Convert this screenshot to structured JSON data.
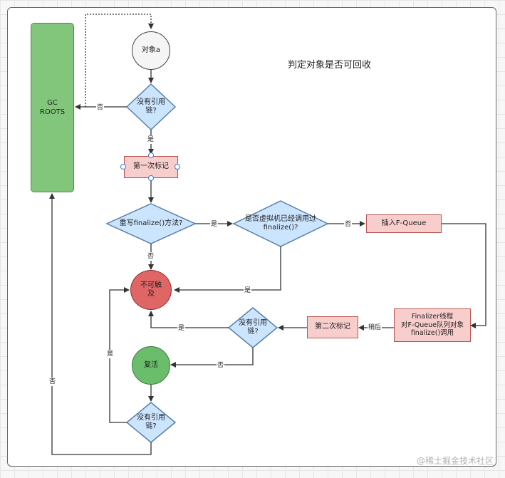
{
  "title": "判定对象是否可回收",
  "nodes": {
    "object_a": "对象a",
    "gc_roots": "GC\nROOTS",
    "has_ref_chain_1": "没有引用\n链?",
    "first_mark": "第一次标记",
    "override_finalize": "重写finalize()方法?",
    "vm_called_finalize": "是否虚拟机已经调用过\nfinalize()?",
    "insert_fqueue": "插入F-Queue",
    "unreachable": "不可触\n及",
    "finalizer_thread": "Finalizer线程\n对F-Queue队列对象\nfinalize()调用",
    "second_mark": "第二次标记",
    "has_ref_chain_2": "没有引用\n链?",
    "revive": "复活",
    "has_ref_chain_3": "没有引用\n链?"
  },
  "edges": {
    "chain1_no": "否",
    "chain1_yes": "是",
    "override_yes": "是",
    "override_no": "否",
    "vm_no": "否",
    "vm_yes": "是",
    "later": "稍后",
    "chain2_yes": "是",
    "chain2_no": "否",
    "chain3_yes": "是",
    "chain3_no": "否"
  },
  "watermark": "@稀土掘金技术社区",
  "colors": {
    "gc_roots": "#82c67c",
    "decision": "#cce5ff",
    "mark_rect": "#f8cecc",
    "unreachable": "#e06666",
    "revive": "#6abd6a",
    "object": "#f5f5f5"
  }
}
